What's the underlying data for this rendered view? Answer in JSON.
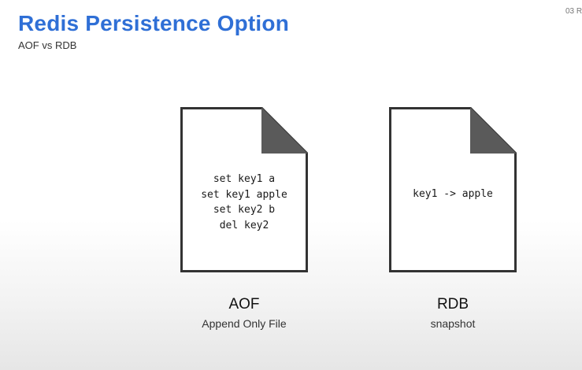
{
  "slide": {
    "title": "Redis Persistence Option",
    "subtitle": "AOF vs RDB",
    "number": "03 R"
  },
  "documents": [
    {
      "lines": [
        "set key1 a",
        "set key1 apple",
        "set key2 b",
        "del key2"
      ],
      "caption_title": "AOF",
      "caption_subtitle": "Append Only File"
    },
    {
      "lines": [
        "key1 -> apple"
      ],
      "caption_title": "RDB",
      "caption_subtitle": "snapshot"
    }
  ],
  "colors": {
    "title": "#2f6fd6",
    "document_outline": "#333333",
    "folded_corner": "#5a5a5a"
  },
  "icons": {
    "document": "file-icon"
  }
}
